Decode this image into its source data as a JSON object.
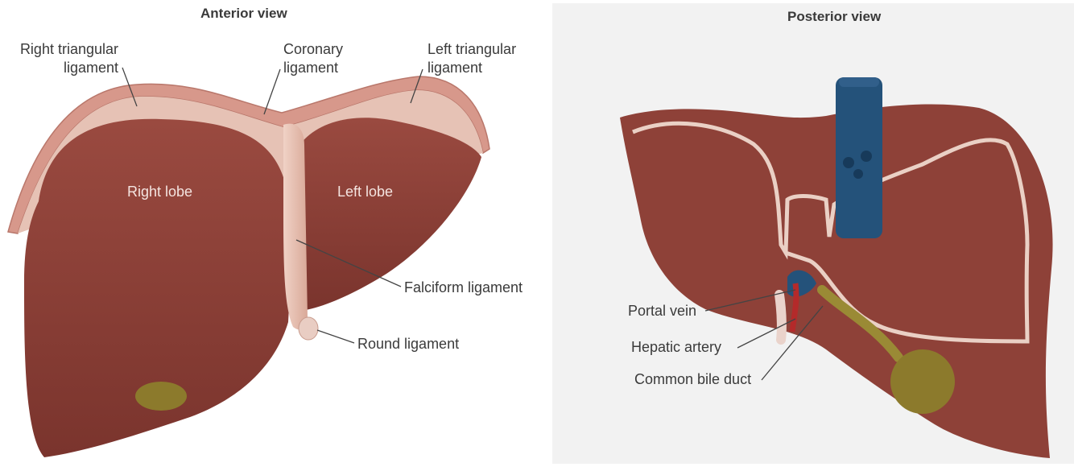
{
  "anterior": {
    "title": "Anterior view",
    "labels": {
      "right_triangular": [
        "Right triangular",
        "ligament"
      ],
      "coronary": [
        "Coronary",
        "ligament"
      ],
      "left_triangular": [
        "Left triangular",
        "ligament"
      ],
      "right_lobe": "Right lobe",
      "left_lobe": "Left lobe",
      "falciform": "Falciform ligament",
      "round": "Round ligament"
    }
  },
  "posterior": {
    "title": "Posterior view",
    "labels": {
      "portal_vein": "Portal vein",
      "hepatic_artery": "Hepatic artery",
      "common_bile_duct": "Common bile duct"
    }
  },
  "colors": {
    "liver": "#8e4138",
    "liver_dark": "#6e2e28",
    "ligament": "#e8c3b6",
    "vena_cava": "#24527a",
    "gallbladder": "#8c7a2c",
    "artery": "#b42a2a"
  }
}
